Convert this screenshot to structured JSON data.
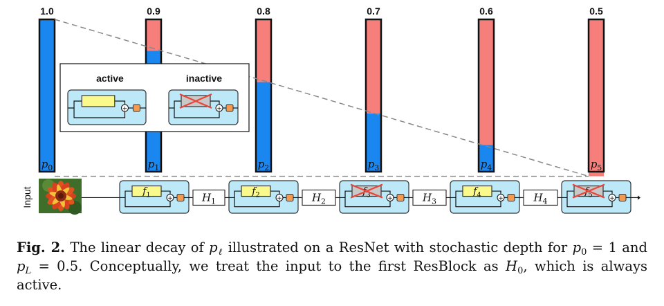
{
  "colors": {
    "active": "#1a86f0",
    "inactive": "#f77f7b",
    "block_bg": "#bde8f7",
    "f_fill": "#fafa8c",
    "dropped_fill": "#c8c8c8",
    "cross": "#e8463b",
    "orange": "#f59b50",
    "line": "#111111",
    "dashed": "#888888"
  },
  "bars": [
    {
      "value": "1.0",
      "label": "p",
      "sub": "0",
      "survival": 1.0
    },
    {
      "value": "0.9",
      "label": "p",
      "sub": "1",
      "survival": 0.9
    },
    {
      "value": "0.8",
      "label": "p",
      "sub": "2",
      "survival": 0.8
    },
    {
      "value": "0.7",
      "label": "p",
      "sub": "3",
      "survival": 0.7
    },
    {
      "value": "0.6",
      "label": "p",
      "sub": "4",
      "survival": 0.6
    },
    {
      "value": "0.5",
      "label": "p",
      "sub": "5",
      "survival": 0.5
    }
  ],
  "legend": {
    "active_label": "active",
    "inactive_label": "inactive"
  },
  "network": {
    "input_label": "Input",
    "image_name": "flower-photo",
    "blocks": [
      {
        "f": "f",
        "sub": "1",
        "active": true
      },
      {
        "f": "f",
        "sub": "2",
        "active": true
      },
      {
        "f": "f",
        "sub": "3",
        "active": false
      },
      {
        "f": "f",
        "sub": "4",
        "active": true
      },
      {
        "f": "f",
        "sub": "5",
        "active": false
      }
    ],
    "hidden": [
      {
        "h": "H",
        "sub": "1"
      },
      {
        "h": "H",
        "sub": "2"
      },
      {
        "h": "H",
        "sub": "3"
      },
      {
        "h": "H",
        "sub": "4"
      }
    ]
  },
  "caption": {
    "label": "Fig. 2.",
    "t1": " The linear decay of ",
    "p": "p",
    "l": "ℓ",
    "t2": " illustrated on a ResNet with stochastic depth for ",
    "p0": "p",
    "p0_sub": "0",
    "eq1": " = 1",
    "t3": " and ",
    "pL": "p",
    "pL_sub": "L",
    "eq2": " = 0.5",
    "t4": ". Conceptually, we treat the input to the first ResBlock as ",
    "H": "H",
    "H_sub": "0",
    "t5": ", which is always active."
  }
}
